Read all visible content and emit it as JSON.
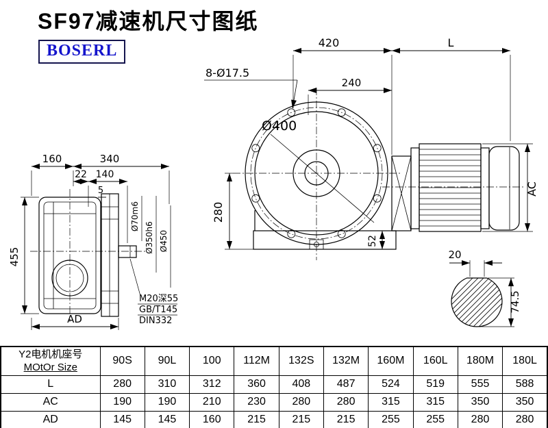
{
  "page": {
    "title": "SF97减速机尺寸图纸",
    "logo": "BOSERL"
  },
  "drawing": {
    "front_view": {
      "dim_420": "420",
      "dim_L": "L",
      "bolt_callout": "8-Ø17.5",
      "dim_240": "240",
      "dia_400": "Ø400",
      "dim_280": "280",
      "dim_52": "52",
      "dim_AC": "AC"
    },
    "side_view": {
      "dim_160": "160",
      "dim_340": "340",
      "dim_22": "22",
      "dim_140": "140",
      "dim_5": "5",
      "dim_455": "455",
      "dim_AD": "AD",
      "dia_shaft": "Ø70m6",
      "dia_spigot": "Ø350h6",
      "dia_flange": "Ø450",
      "note_1": "M20深55",
      "note_2": "GB/T145",
      "note_3": "DIN332"
    },
    "shaft_section": {
      "dim_20": "20",
      "dim_74_5": "74.5"
    }
  },
  "table": {
    "header_cn": "Y2电机机座号",
    "header_en": "MOtOr Size",
    "columns": [
      "90S",
      "90L",
      "100",
      "112M",
      "132S",
      "132M",
      "160M",
      "160L",
      "180M",
      "180L"
    ],
    "rows": [
      {
        "label": "L",
        "values": [
          "280",
          "310",
          "312",
          "360",
          "408",
          "487",
          "524",
          "519",
          "555",
          "588"
        ]
      },
      {
        "label": "AC",
        "values": [
          "190",
          "190",
          "210",
          "230",
          "280",
          "280",
          "315",
          "315",
          "350",
          "350"
        ]
      },
      {
        "label": "AD",
        "values": [
          "145",
          "145",
          "160",
          "215",
          "215",
          "215",
          "255",
          "255",
          "280",
          "280"
        ]
      }
    ]
  }
}
